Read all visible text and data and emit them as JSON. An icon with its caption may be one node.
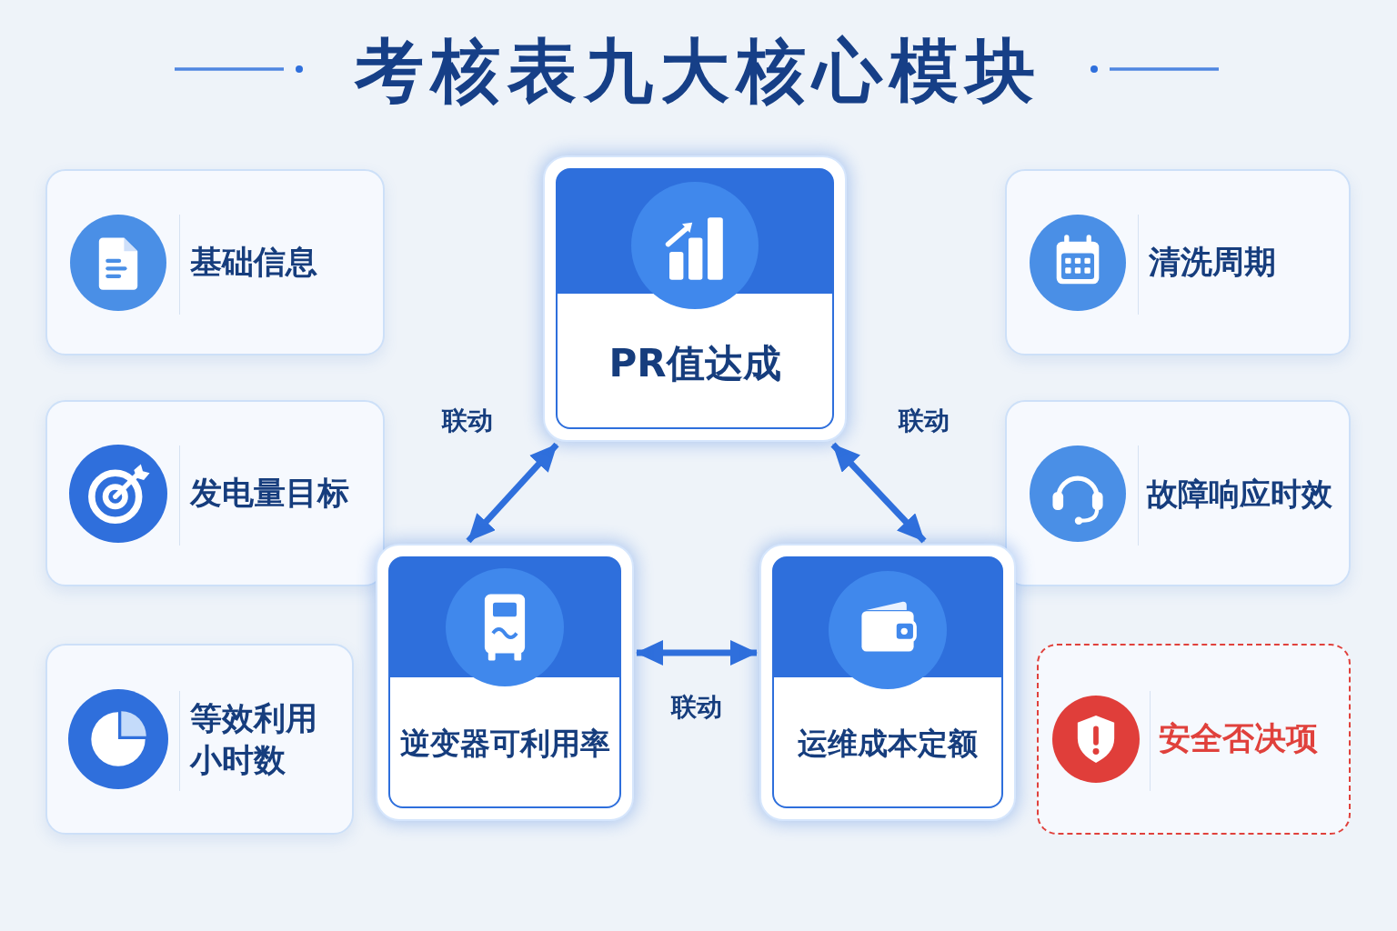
{
  "diagram": {
    "title": "考核表九大核心模块",
    "nodes": [
      {
        "text": [
          "基础信息"
        ]
      },
      {
        "text": [
          "PR值达成"
        ]
      },
      {
        "text": [
          "清洗周期"
        ]
      },
      {
        "text": [
          "发电量目标"
        ]
      },
      {
        "text": [
          "故障响应时效"
        ]
      },
      {
        "text": [
          "逆变器可利用率"
        ]
      },
      {
        "text": [
          "运维成本定额"
        ]
      },
      {
        "text": [
          "等效利用小时数"
        ]
      },
      {
        "text": [
          "安全否决项"
        ]
      }
    ],
    "edges": [
      {
        "from": 1,
        "to": 5,
        "arrow": "both",
        "label": "联动"
      },
      {
        "from": 1,
        "to": 6,
        "arrow": "both",
        "label": "联动"
      },
      {
        "from": 5,
        "to": 6,
        "arrow": "both",
        "label": "联动"
      }
    ]
  }
}
